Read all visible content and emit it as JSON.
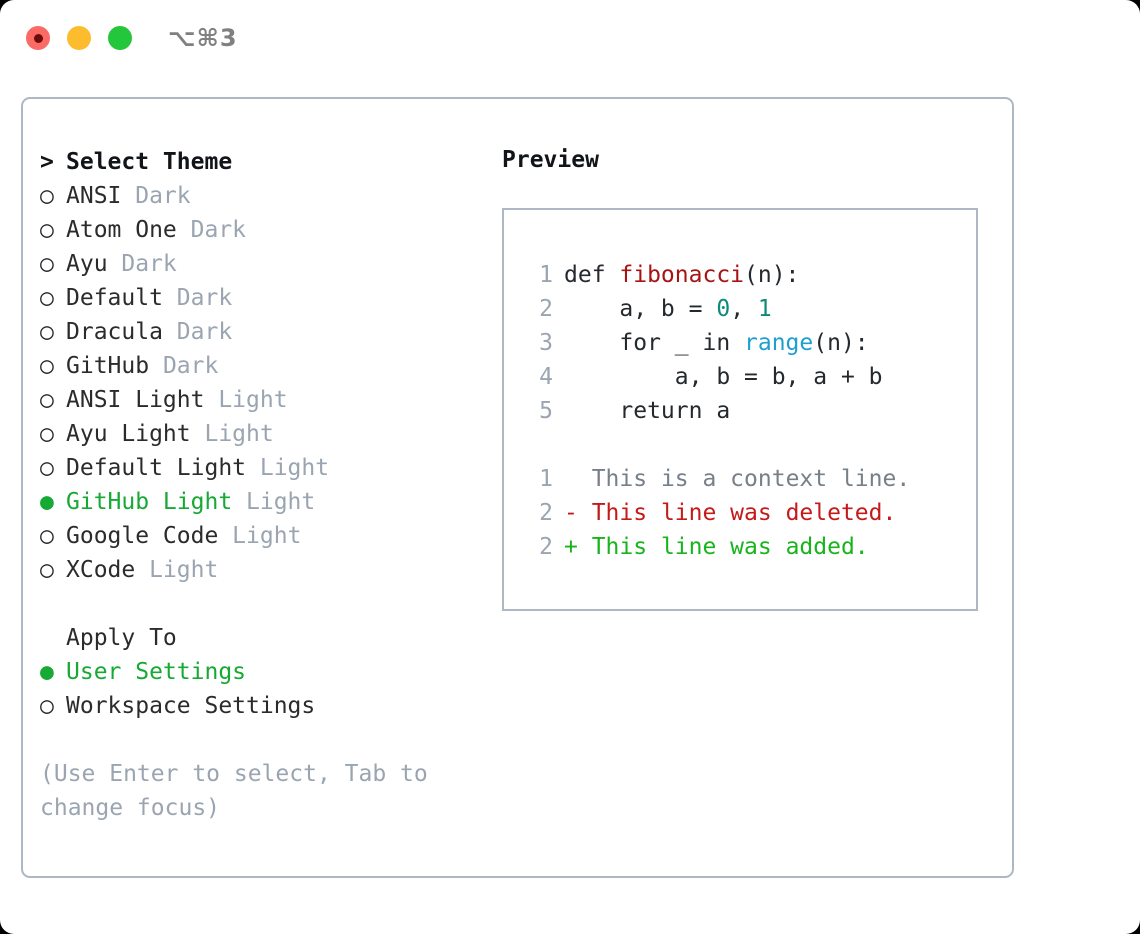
{
  "window": {
    "shortcut": "⌥⌘3",
    "lights": {
      "close": "close-light",
      "minimize": "minimize-light",
      "maximize": "maximize-light"
    }
  },
  "theme_panel": {
    "heading": "Select Theme",
    "heading_prefix": ">",
    "marker_selected": "●",
    "marker_unselected": "○",
    "items": [
      {
        "name": "ANSI",
        "kind": "Dark",
        "selected": false
      },
      {
        "name": "Atom One",
        "kind": "Dark",
        "selected": false
      },
      {
        "name": "Ayu",
        "kind": "Dark",
        "selected": false
      },
      {
        "name": "Default",
        "kind": "Dark",
        "selected": false
      },
      {
        "name": "Dracula",
        "kind": "Dark",
        "selected": false
      },
      {
        "name": "GitHub",
        "kind": "Dark",
        "selected": false
      },
      {
        "name": "ANSI Light",
        "kind": "Light",
        "selected": false
      },
      {
        "name": "Ayu Light",
        "kind": "Light",
        "selected": false
      },
      {
        "name": "Default Light",
        "kind": "Light",
        "selected": false
      },
      {
        "name": "GitHub Light",
        "kind": "Light",
        "selected": true
      },
      {
        "name": "Google Code",
        "kind": "Light",
        "selected": false
      },
      {
        "name": "XCode",
        "kind": "Light",
        "selected": false
      }
    ]
  },
  "apply_to": {
    "heading": "Apply To",
    "options": [
      {
        "label": "User Settings",
        "selected": true
      },
      {
        "label": "Workspace Settings",
        "selected": false
      }
    ]
  },
  "hint": "(Use Enter to select, Tab to change focus)",
  "preview": {
    "title": "Preview",
    "code_lines": [
      {
        "num": "1",
        "parts": [
          {
            "t": "def ",
            "c": "plain"
          },
          {
            "t": "fibonacci",
            "c": "fn"
          },
          {
            "t": "(n):",
            "c": "plain"
          }
        ]
      },
      {
        "num": "2",
        "parts": [
          {
            "t": "    a, b = ",
            "c": "plain"
          },
          {
            "t": "0",
            "c": "num"
          },
          {
            "t": ", ",
            "c": "plain"
          },
          {
            "t": "1",
            "c": "num"
          }
        ]
      },
      {
        "num": "3",
        "parts": [
          {
            "t": "    for _ in ",
            "c": "plain"
          },
          {
            "t": "range",
            "c": "call"
          },
          {
            "t": "(n):",
            "c": "plain"
          }
        ]
      },
      {
        "num": "4",
        "parts": [
          {
            "t": "        a, b = b, a + b",
            "c": "plain"
          }
        ]
      },
      {
        "num": "5",
        "parts": [
          {
            "t": "    return a",
            "c": "plain"
          }
        ]
      }
    ],
    "diff_lines": [
      {
        "num": "1",
        "sign": " ",
        "text": " This is a context line.",
        "kind": "ctx"
      },
      {
        "num": "2",
        "sign": "-",
        "text": " This line was deleted.",
        "kind": "del"
      },
      {
        "num": "2",
        "sign": "+",
        "text": " This line was added.",
        "kind": "add"
      }
    ]
  },
  "colors": {
    "selected_green": "#16a934",
    "muted": "#9aa5b1",
    "border": "#aeb8c4",
    "fn_red": "#a81414",
    "call_blue": "#1e9fd0",
    "num_teal": "#0f8a7a",
    "diff_del": "#c41a1a",
    "diff_add": "#18b41c"
  }
}
